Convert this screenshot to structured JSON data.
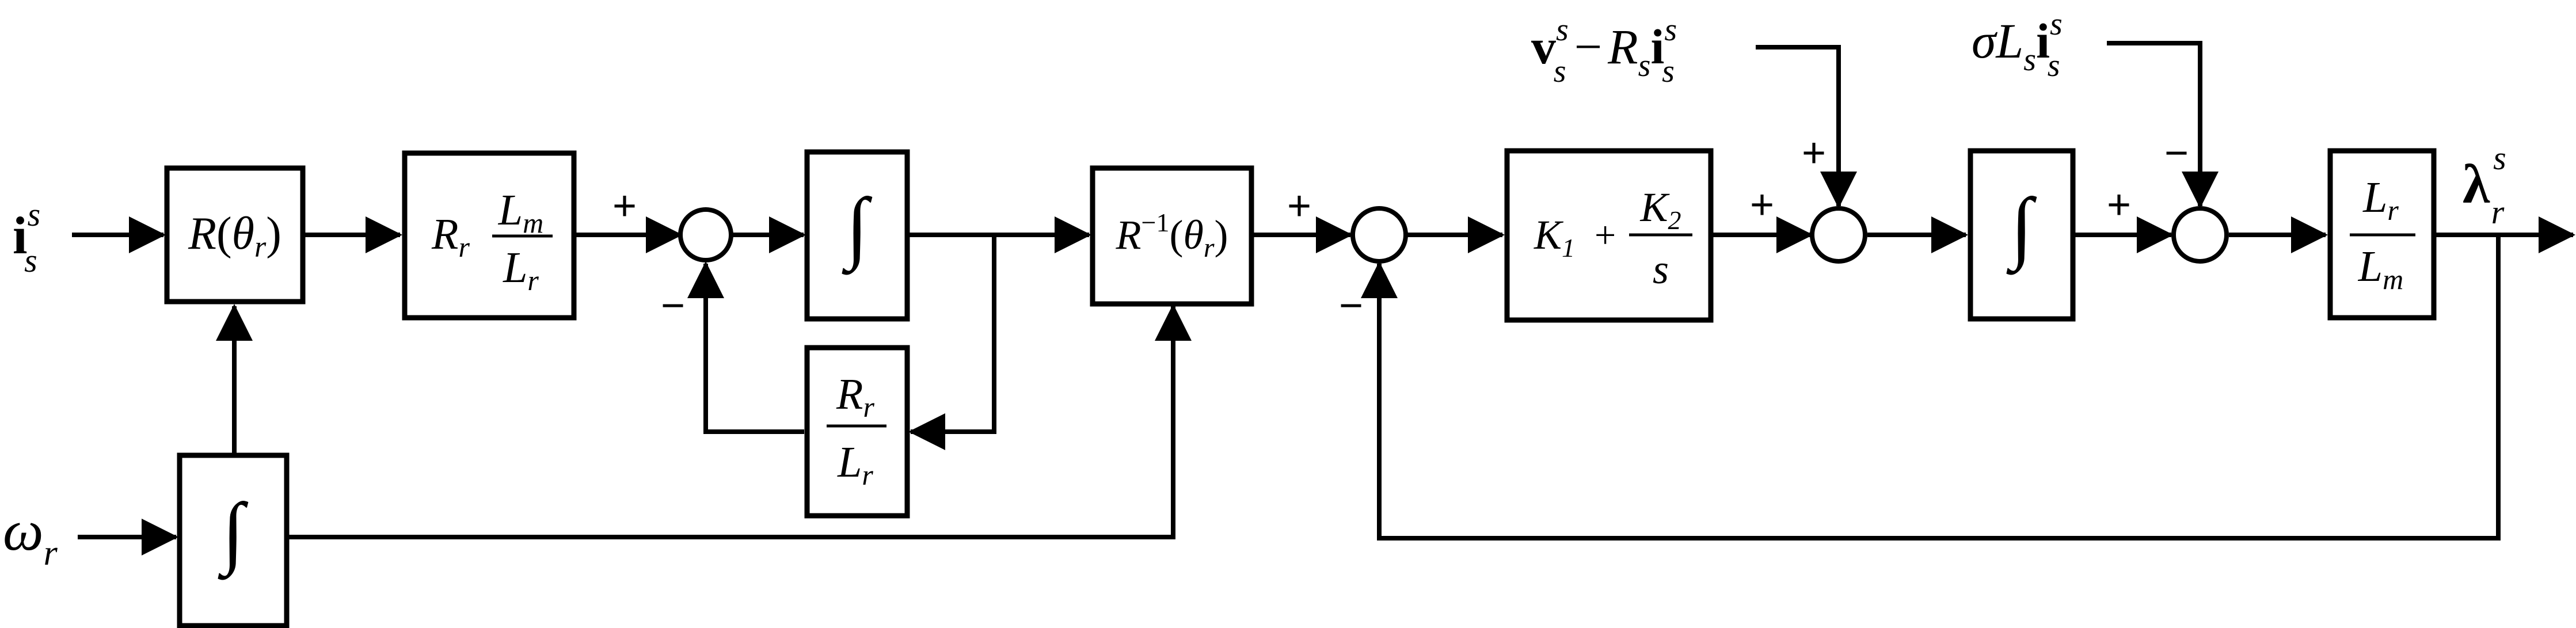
{
  "inputs": {
    "stator_current": {
      "sym": "i",
      "sup": "s",
      "sub": "s"
    },
    "rotor_speed": {
      "sym": "ω",
      "sub": "r"
    }
  },
  "blocks": {
    "rotation": {
      "sym": "R",
      "arg": "θ",
      "arg_sub": "r"
    },
    "gain_rrlm": {
      "pre": "R",
      "pre_sub": "r",
      "num": "L",
      "num_sub": "m",
      "den": "L",
      "den_sub": "r"
    },
    "integrator1": {
      "sym": "∫"
    },
    "feedback_gain": {
      "num": "R",
      "num_sub": "r",
      "den": "L",
      "den_sub": "r"
    },
    "inverse_rotation": {
      "sym": "R",
      "sup": "−1",
      "arg": "θ",
      "arg_sub": "r"
    },
    "integrator_speed": {
      "sym": "∫"
    },
    "pi_controller": {
      "k1": "K",
      "k1_sub": "1",
      "plus": "+",
      "num": "K",
      "num_sub": "2",
      "den": "s"
    },
    "integrator2": {
      "sym": "∫"
    },
    "output_gain": {
      "num": "L",
      "num_sub": "r",
      "den": "L",
      "den_sub": "m"
    }
  },
  "external_inputs": {
    "voltage_term": {
      "v": "v",
      "v_sup": "s",
      "v_sub": "s",
      "minus": "−",
      "r": "R",
      "r_sub": "s",
      "i": "i",
      "i_sup": "s",
      "i_sub": "s"
    },
    "leakage_term": {
      "sigma": "σ",
      "l": "L",
      "l_sub": "s",
      "i": "i",
      "i_sup": "s",
      "i_sub": "s"
    }
  },
  "output": {
    "sym": "λ",
    "sup": "s",
    "sub": "r"
  },
  "signs": {
    "sum1_in": "+",
    "sum1_fb": "−",
    "sum2_in": "+",
    "sum2_fb": "−",
    "sum3_in": "+",
    "sum3_top": "+",
    "sum4_in": "+",
    "sum4_top": "−"
  }
}
